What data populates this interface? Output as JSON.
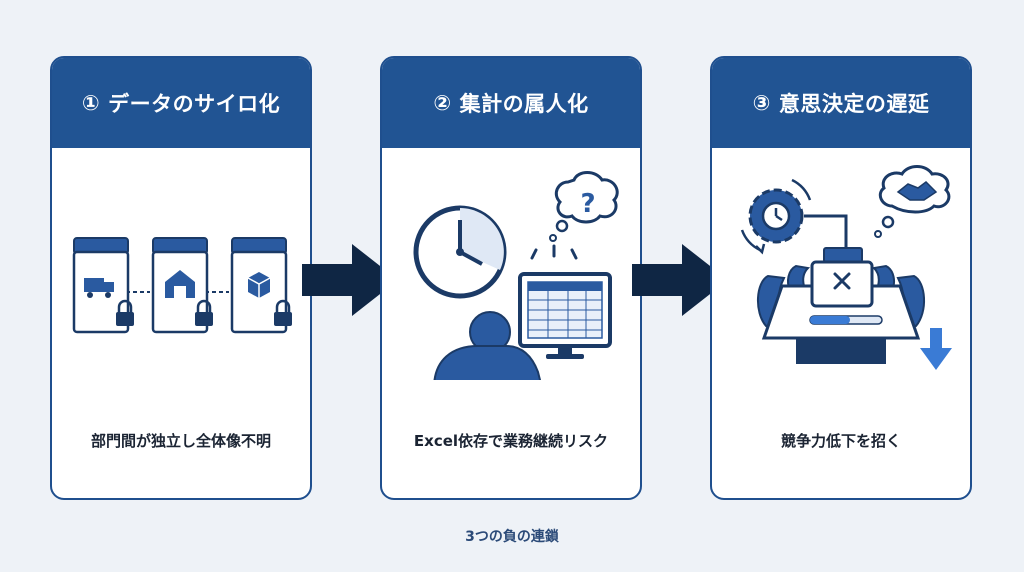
{
  "steps": [
    {
      "number": "①",
      "title": "データのサイロ化",
      "caption": "部門間が独立し全体像不明"
    },
    {
      "number": "②",
      "title": "集計の属人化",
      "caption": "Excel依存で業務継続リスク"
    },
    {
      "number": "③",
      "title": "意思決定の遅延",
      "caption": "競争力低下を招く"
    }
  ],
  "footer": "3つの負の連鎖",
  "icons": {
    "step1": "locked-department-folders-icon",
    "step2": "clock-person-computer-question-icon",
    "step3": "meeting-table-decline-icon"
  },
  "colors": {
    "header": "#215493",
    "border": "#1f4f8e",
    "arrow": "#0f2644",
    "accent": "#3a7bd5"
  }
}
